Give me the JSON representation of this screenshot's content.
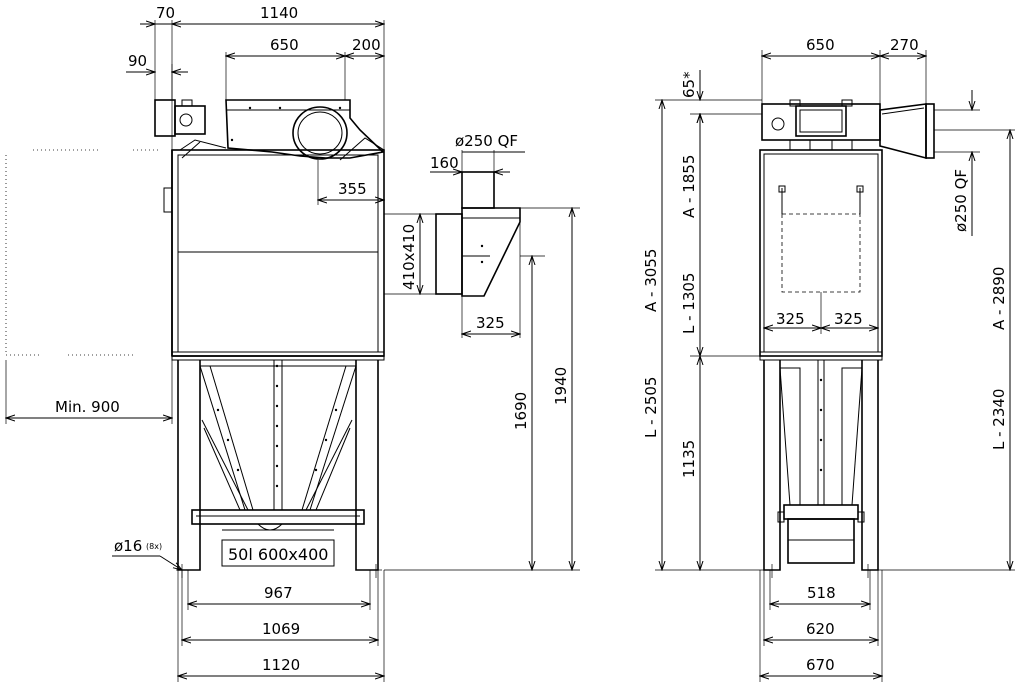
{
  "front_view": {
    "dims": {
      "d70": "70",
      "d1140": "1140",
      "d650": "650",
      "d200": "200",
      "d90": "90",
      "d355": "355",
      "inlet": "ø250 QF",
      "d160": "160",
      "flange": "410x410",
      "d325": "325",
      "d1690": "1690",
      "d1940": "1940",
      "min900": "Min. 900",
      "bolt": "ø16",
      "bolt_note": "(8x)",
      "bin": "50l 600x400",
      "d967": "967",
      "d1069": "1069",
      "d1120": "1120"
    }
  },
  "side_view": {
    "dims": {
      "d650": "650",
      "d270": "270",
      "d65": "65*",
      "a1855": "A - 1855",
      "a3055": "A - 3055",
      "l1305": "L - 1305",
      "l2505": "L - 2505",
      "outlet": "ø250 QF",
      "a2890": "A - 2890",
      "l2340": "L - 2340",
      "d1135": "1135",
      "d325a": "325",
      "d325b": "325",
      "d518": "518",
      "d620": "620",
      "d670": "670"
    }
  }
}
